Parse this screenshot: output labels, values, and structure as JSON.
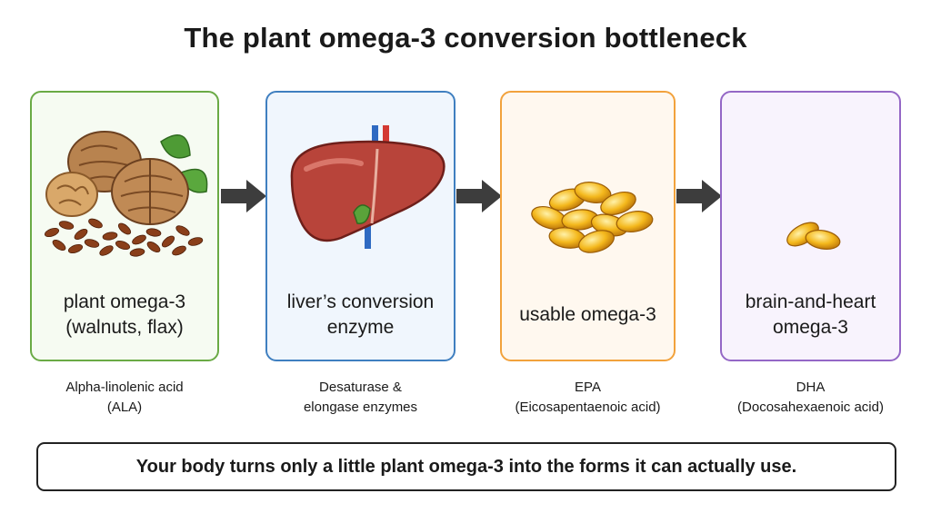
{
  "title": "The plant omega-3 conversion bottleneck",
  "stages": [
    {
      "label": "plant omega-3\n(walnuts, flax)",
      "sublabel": "Alpha-linolenic acid\n(ALA)",
      "border_color": "#6aaa45",
      "fill_color": "#f6fbf2",
      "icon": "walnuts-flaxseed-icon"
    },
    {
      "label": "liver’s conversion\nenzyme",
      "sublabel": "Desaturase &\nelongase enzymes",
      "border_color": "#3f7fc0",
      "fill_color": "#f0f6fd",
      "icon": "liver-icon"
    },
    {
      "label": "usable omega-3",
      "sublabel": "EPA\n(Eicosapentaenoic acid)",
      "border_color": "#f2a23c",
      "fill_color": "#fff8ef",
      "icon": "softgel-capsules-icon"
    },
    {
      "label": "brain-and-heart\nomega-3",
      "sublabel": "DHA\n(Docosahexaenoic acid)",
      "border_color": "#9467c6",
      "fill_color": "#f8f3fd",
      "icon": "small-softgel-capsules-icon"
    }
  ],
  "footer": "Your body turns only a little plant omega-3 into the forms it can actually use.",
  "arrow_color": "#3d3d3d"
}
